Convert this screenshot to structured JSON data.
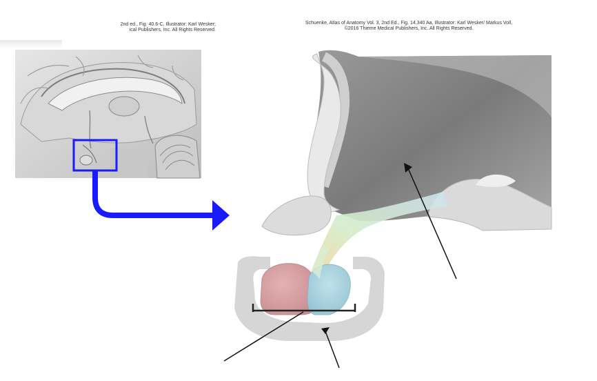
{
  "credits": {
    "left_line1": "2nd ed., Fig. 40.6-C, Illustrator: Karl Wesker;",
    "left_line2": "ical Publishers, Inc. All Rights Reserved.",
    "right_line1": "Schuenke, Atlas of Anatomy Vol. 3, 2nd Ed., Fig. 14.340 Aa, Illustrator: Karl Wesker/ Markus Voll,",
    "right_line2": "©2016 Thieme Medical Publishers, Inc. All Rights Reserved."
  },
  "colors": {
    "highlight_box": "#1a1aff",
    "arrow": "#1a1aff",
    "anterior_lobe": "#d9a0a4",
    "posterior_lobe": "#a8d4e0",
    "sella": "#d6d6d6",
    "stalk_tint": "#cfe9c9"
  }
}
